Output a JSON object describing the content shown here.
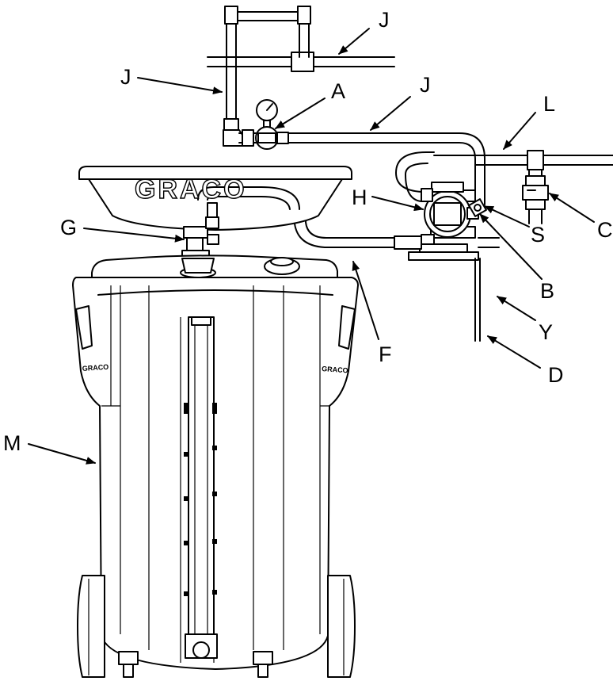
{
  "brand_text": "GRACO",
  "tank_badge_text": "GRACO",
  "callouts": [
    {
      "id": "callout-J-top",
      "text": "J"
    },
    {
      "id": "callout-J-left",
      "text": "J"
    },
    {
      "id": "callout-A",
      "text": "A"
    },
    {
      "id": "callout-J-mid",
      "text": "J"
    },
    {
      "id": "callout-L",
      "text": "L"
    },
    {
      "id": "callout-C",
      "text": "C"
    },
    {
      "id": "callout-H",
      "text": "H"
    },
    {
      "id": "callout-G",
      "text": "G"
    },
    {
      "id": "callout-S",
      "text": "S"
    },
    {
      "id": "callout-B",
      "text": "B"
    },
    {
      "id": "callout-Y",
      "text": "Y"
    },
    {
      "id": "callout-F",
      "text": "F"
    },
    {
      "id": "callout-D",
      "text": "D"
    },
    {
      "id": "callout-M",
      "text": "M"
    }
  ]
}
